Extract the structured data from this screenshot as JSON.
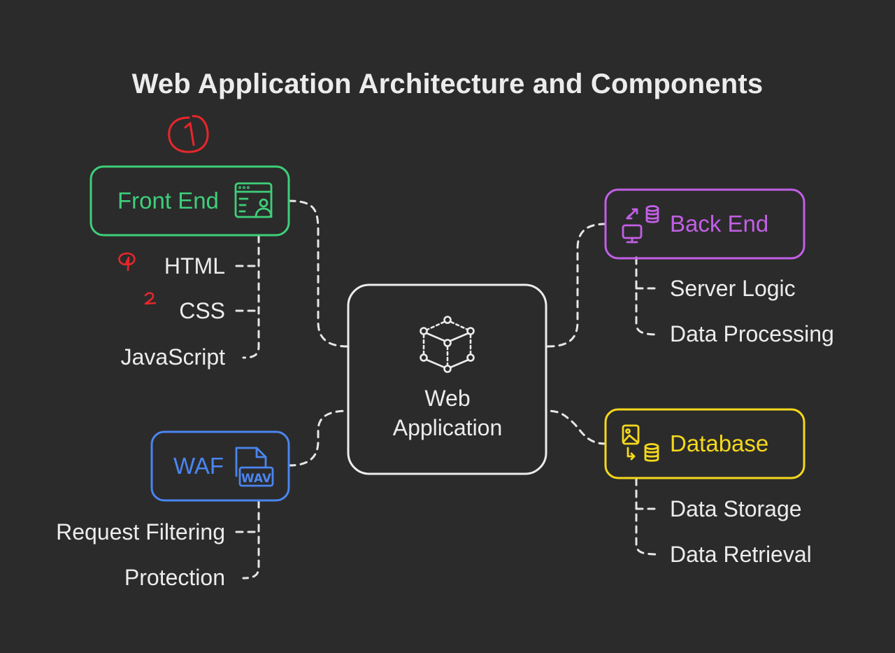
{
  "title": "Web Application Architecture and Components",
  "center": {
    "line1": "Web",
    "line2": "Application"
  },
  "front_end": {
    "label": "Front End",
    "items": [
      "HTML",
      "CSS",
      "JavaScript"
    ],
    "color": "#3ecf7a"
  },
  "waf": {
    "label": "WAF",
    "items": [
      "Request Filtering",
      "Protection"
    ],
    "color": "#4a86f0",
    "icon_text": "WAV"
  },
  "back_end": {
    "label": "Back End",
    "items": [
      "Server Logic",
      "Data Processing"
    ],
    "color": "#c25fe6"
  },
  "database": {
    "label": "Database",
    "items": [
      "Data Storage",
      "Data Retrieval"
    ],
    "color": "#f5d81c"
  },
  "annotations": {
    "color": "#e8262b"
  },
  "icons": {
    "front_end": "browser-user-icon",
    "back_end": "server-database-sync-icon",
    "database": "image-database-icon",
    "waf": "audio-file-icon",
    "center": "network-graph-icon"
  }
}
